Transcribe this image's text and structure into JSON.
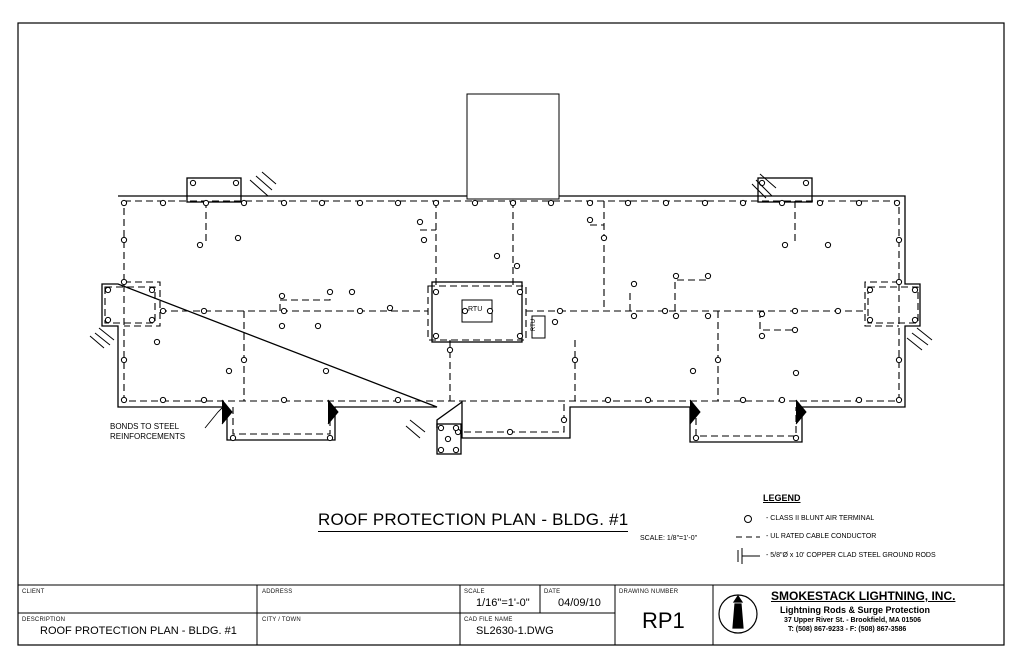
{
  "drawing": {
    "title": "ROOF PROTECTION PLAN - BLDG. #1",
    "scale_note": "SCALE: 1/8\"=1'-0\"",
    "callout": [
      "BONDS TO STEEL",
      "REINFORCEMENTS"
    ],
    "rtu_labels": [
      "RTU",
      "RTU"
    ]
  },
  "legend": {
    "title": "LEGEND",
    "items": [
      {
        "symbol": "circle-icon",
        "text": "-  CLASS II BLUNT AIR TERMINAL"
      },
      {
        "symbol": "dashed-line-icon",
        "text": "-  UL RATED CABLE CONDUCTOR"
      },
      {
        "symbol": "ground-rod-icon",
        "text": "-  5/8\"Ø x 10' COPPER CLAD STEEL GROUND RODS"
      }
    ]
  },
  "title_block": {
    "client_label": "CLIENT",
    "address_label": "ADDRESS",
    "scale_label": "SCALE",
    "scale_value": "1/16\"=1'-0\"",
    "date_label": "DATE",
    "date_value": "04/09/10",
    "drawing_number_label": "DRAWING NUMBER",
    "drawing_number": "RP1",
    "description_label": "DESCRIPTION",
    "description_value": "ROOF PROTECTION PLAN - BLDG. #1",
    "city_label": "CITY / TOWN",
    "cad_label": "CAD FILE NAME",
    "cad_value": "SL2630-1.DWG"
  },
  "company": {
    "name": "SMOKESTACK LIGHTNING, INC.",
    "tagline": "Lightning Rods & Surge Protection",
    "address": "37 Upper River St. - Brookfield, MA 01506",
    "phone": "T: (508) 867-9233 - F: (508) 867-3586"
  }
}
